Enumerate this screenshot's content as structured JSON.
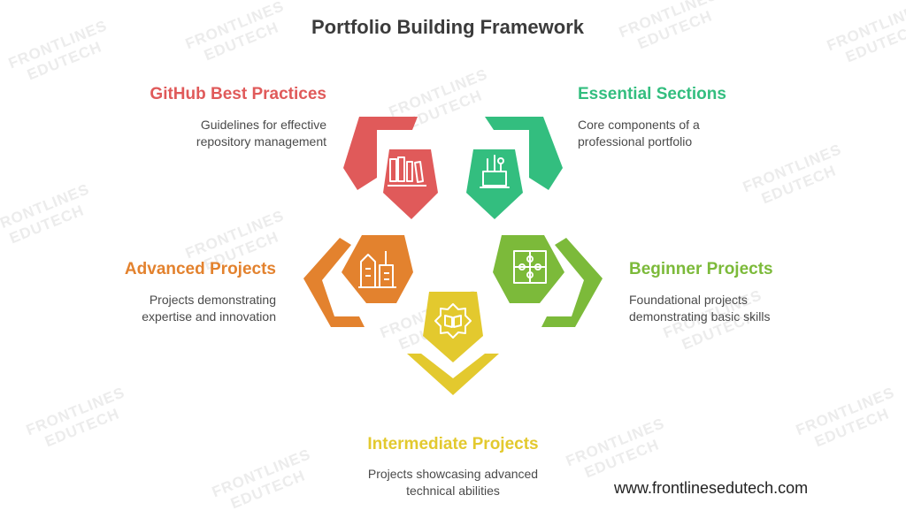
{
  "title": "Portfolio Building Framework",
  "watermark": {
    "line1": "FRONTLINES",
    "line2": "EDUTECH"
  },
  "segments": [
    {
      "id": "github",
      "title": "GitHub Best Practices",
      "desc1": "Guidelines for effective",
      "desc2": "repository management",
      "color": "#e05a5a",
      "icon": "books-icon"
    },
    {
      "id": "essential",
      "title": "Essential Sections",
      "desc1": "Core components of a",
      "desc2": "professional portfolio",
      "color": "#33be7f",
      "icon": "tools-cup-icon"
    },
    {
      "id": "beginner",
      "title": "Beginner Projects",
      "desc1": "Foundational projects",
      "desc2": "demonstrating basic skills",
      "color": "#7cba3a",
      "icon": "puzzle-icon"
    },
    {
      "id": "intermediate",
      "title": "Intermediate Projects",
      "desc1": "Projects showcasing advanced",
      "desc2": "technical abilities",
      "color": "#e3c92e",
      "icon": "gear-book-icon"
    },
    {
      "id": "advanced",
      "title": "Advanced Projects",
      "desc1": "Projects demonstrating",
      "desc2": "expertise and innovation",
      "color": "#e3822e",
      "icon": "buildings-icon"
    }
  ],
  "footer": {
    "url": "www.frontlinesedutech.com"
  }
}
